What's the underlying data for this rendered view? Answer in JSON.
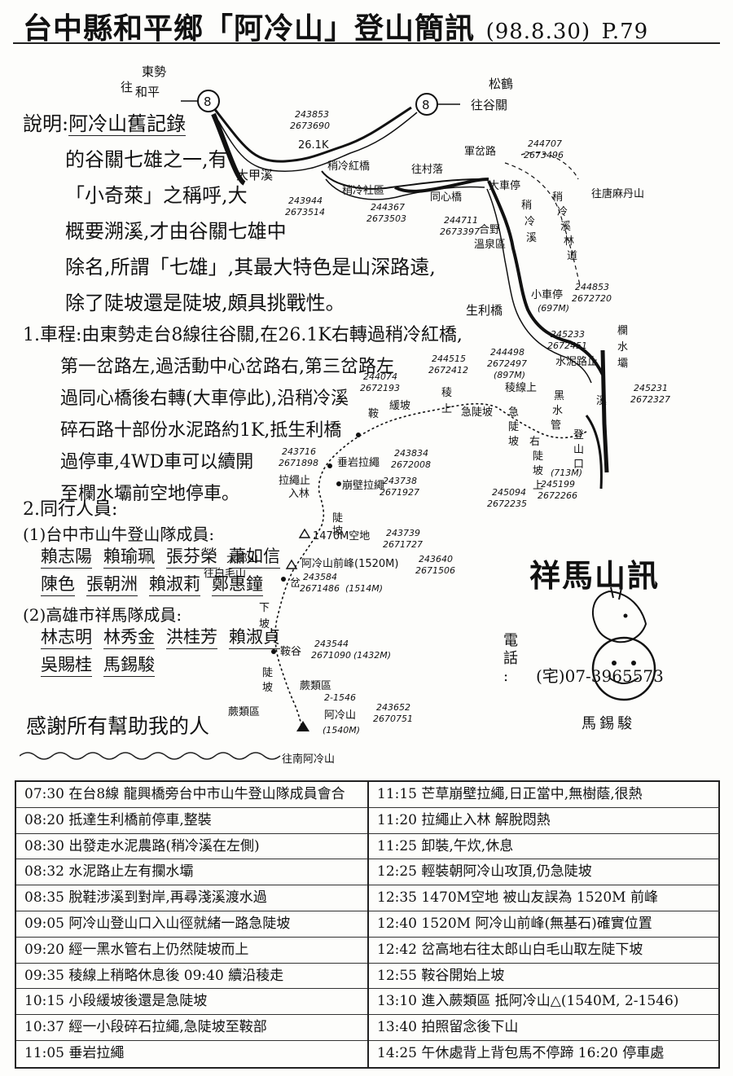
{
  "header": {
    "title": "台中縣和平鄉「阿冷山」登山簡訊",
    "date": "(98.8.30)",
    "page": "P.79"
  },
  "description": {
    "label": "說明:",
    "lines": [
      "阿冷山舊記錄",
      "的谷關七雄之一,有",
      "「小奇萊」之稱呼,大",
      "概要溯溪,才由谷關七雄中",
      "除名,所謂「七雄」,其最大特色是山深路遠,",
      "除了陡坡還是陡坡,頗具挑戰性。"
    ]
  },
  "route": {
    "heading": "1.車程:",
    "lines": [
      "由東勢走台8線往谷關,在26.1K右轉過稍冷紅橋,",
      "第一岔路左,過活動中心岔路右,第三岔路左",
      "過同心橋後右轉(大車停此),沿稍冷溪",
      "碎石路十部份水泥路約1K,抵生利橋",
      "過停車,4WD車可以續開",
      "至欄水壩前空地停車。"
    ]
  },
  "members": {
    "heading": "2.同行人員:",
    "groups": [
      {
        "label": "(1)台中市山牛登山隊成員:",
        "names": [
          "賴志陽",
          "賴瑜珮",
          "張芬榮",
          "蕭如信",
          "陳色",
          "張朝洲",
          "賴淑莉",
          "鄭惠鐘"
        ]
      },
      {
        "label": "(2)高雄市祥馬隊成員:",
        "names": [
          "林志明",
          "林秀金",
          "洪桂芳",
          "賴淑貞",
          "吳賜桂",
          "馬錫駿"
        ]
      }
    ],
    "thanks": "感謝所有幫助我的人"
  },
  "map": {
    "route_marker_1": "8",
    "route_marker_2": "8",
    "to_heping": [
      "東勢",
      "往",
      "和平"
    ],
    "to_guguan": [
      "松鶴",
      "往谷關"
    ],
    "km": "26.1K",
    "coords_a": [
      "243853",
      "2673690"
    ],
    "coords_b": [
      "244707",
      "2673496"
    ],
    "dajia": "大甲溪",
    "shaoleng_bridge": "稍冷紅橋",
    "to_village": "往村落",
    "shaoshe": "稍冷社區",
    "tongxin": "同心橋",
    "coords_c": [
      "243944",
      "2673514"
    ],
    "coords_d": [
      "244367",
      "2673503"
    ],
    "coords_e": [
      "244711",
      "2673397"
    ],
    "military_road": "軍岔路",
    "bus_stop": "大車停",
    "to_tangma": "往唐麻丹山",
    "shaoleng_forest": [
      "稍",
      "冷",
      "溪",
      "林",
      "道"
    ],
    "shaoleng_stream": [
      "稍",
      "冷",
      "溪"
    ],
    "hot_spring": [
      "合野",
      "溫泉區"
    ],
    "shengli": "生利橋",
    "small_stop": "小車停",
    "coords_f": [
      "244853",
      "2672720"
    ],
    "coords_f_elev": "(697M)",
    "dam": [
      "欄",
      "水",
      "壩"
    ],
    "coords_g": [
      "245233",
      "2672451"
    ],
    "cement_end": "水泥路止",
    "coords_h": [
      "245231",
      "2672327"
    ],
    "stream_x": "溪",
    "coords_i": [
      "244515",
      "2672412"
    ],
    "coords_j": [
      "244498",
      "2672497"
    ],
    "coords_j_elev": "(897M)",
    "coords_k": [
      "244074",
      "2672193"
    ],
    "ridge_upper": [
      "稜",
      "上"
    ],
    "ridge_line": "稜線上",
    "steep_up": "急陡坡",
    "black_pipe": [
      "黑",
      "水",
      "管"
    ],
    "gentle": "緩坡",
    "saddle": "鞍",
    "steep_left": [
      "急",
      "陡",
      "坡"
    ],
    "steep_right": [
      "右",
      "陡",
      "坡",
      "上"
    ],
    "trailhead": [
      "登",
      "山",
      "口"
    ],
    "trailhead_elev": "(713M)",
    "coords_l": [
      "245094",
      "2672235"
    ],
    "coords_m": [
      "245199",
      "2672266"
    ],
    "coords_n": [
      "243716",
      "2671898"
    ],
    "rope_enter": [
      "拉繩止",
      "入林"
    ],
    "hang_rope": "垂岩拉繩",
    "coords_o": [
      "243834",
      "2672008"
    ],
    "cliff_rope": "崩壁拉繩",
    "coords_p": [
      "243738",
      "2671927"
    ],
    "steep_down": [
      "陡",
      "坡"
    ],
    "open_1470": "1470M空地",
    "coords_q": [
      "243739",
      "2671727"
    ],
    "front_peak": "阿冷山前峰(1520M)",
    "coords_r": [
      "243640",
      "2671506"
    ],
    "to_tailang": [
      "太郎山",
      "往白毛山"
    ],
    "junction": "岔",
    "coords_s": [
      "243584",
      "2671486"
    ],
    "coords_s_elev": "(1514M)",
    "down_slope": [
      "下",
      "坡"
    ],
    "saddle_valley": "鞍谷",
    "coords_t": [
      "243544",
      "2671090"
    ],
    "coords_t_elev": "(1432M)",
    "steep_down2": [
      "陡",
      "坡"
    ],
    "fern_area": "蕨類區",
    "fern_area2": "蕨類區",
    "peak_id": "2-1546",
    "peak": [
      "阿冷山",
      "(1540M)"
    ],
    "coords_u": [
      "243652",
      "2670751"
    ],
    "to_south": "往南阿冷山"
  },
  "stamp": {
    "title": "祥馬山訊",
    "tel_label": [
      "電",
      "話",
      ":"
    ],
    "phone": "(宅)07-3965573",
    "owner": "馬錫駿"
  },
  "log": {
    "left": [
      "07:30 在台8線 龍興橋旁台中市山牛登山隊成員會合",
      "08:20 抵達生利橋前停車,整裝",
      "08:30 出發走水泥農路(稍冷溪在左側)",
      "08:32 水泥路止左有攔水壩",
      "08:35 脫鞋涉溪到對岸,再尋淺溪渡水過",
      "09:05 阿冷山登山口入山徑就緒一路急陡坡",
      "09:20 經一黑水管右上仍然陡坡而上",
      "09:35 稜線上稍略休息後 09:40 續沿稜走",
      "10:15 小段緩坡後還是急陡坡",
      "10:37 經一小段碎石拉繩,急陡坡至鞍部",
      "11:05 垂岩拉繩"
    ],
    "right": [
      "11:15 芒草崩壁拉繩,日正當中,無樹蔭,很熱",
      "11:20 拉繩止入林 解脫悶熱",
      "11:25 卸裝,午炊,休息",
      "12:25 輕裝朝阿冷山攻頂,仍急陡坡",
      "12:35 1470M空地 被山友誤為 1520M 前峰",
      "12:40 1520M 阿冷山前峰(無基石)確實位置",
      "12:42 岔高地右往太郎山白毛山取左陡下坡",
      "12:55 鞍谷開始上坡",
      "13:10 進入蕨類區 抵阿冷山△(1540M, 2-1546)",
      "13:40 拍照留念後下山",
      "14:25 午休處背上背包馬不停蹄 16:20 停車處"
    ]
  }
}
